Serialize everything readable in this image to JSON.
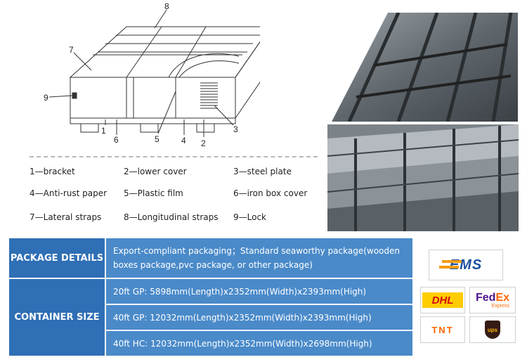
{
  "diagram": {
    "numbers": [
      "1",
      "2",
      "3",
      "4",
      "5",
      "6",
      "7",
      "8",
      "9"
    ]
  },
  "legend": [
    {
      "label": "1—bracket"
    },
    {
      "label": "2—lower cover"
    },
    {
      "label": "3—steel plate"
    },
    {
      "label": "4—Anti-rust paper"
    },
    {
      "label": "5—Plastic film"
    },
    {
      "label": "6—iron box cover"
    },
    {
      "label": "7—Lateral straps"
    },
    {
      "label": "8—Longitudinal straps"
    },
    {
      "label": "9—Lock"
    }
  ],
  "table": {
    "package_details_label": "PACKAGE DETAILS",
    "package_details_text": "Export-compliant packaging；Standard seaworthy package(wooden boxes package,pvc package, or other package)",
    "container_size_label": "CONTAINER SIZE",
    "containers": [
      "20ft GP: 5898mm(Length)x2352mm(Width)x2393mm(High)",
      "40ft GP: 12032mm(Length)x2352mm(Width)x2393mm(High)",
      "40ft HC: 12032mm(Length)x2352mm(Width)x2698mm(High)"
    ]
  },
  "logos": {
    "ems": "EMS",
    "dhl": "DHL",
    "fedex_fed": "Fed",
    "fedex_ex": "Ex",
    "fedex_sub": "Express",
    "tnt": "TNT",
    "ups": "ups"
  },
  "colors": {
    "header_blue": "#2f6fb5",
    "body_blue": "#4a8ac9",
    "ems_orange": "#f39c12",
    "dhl_red": "#d40511",
    "dhl_yellow": "#ffcc00",
    "fedex_purple": "#4d148c",
    "fedex_orange": "#ff6600",
    "tnt_orange": "#ff6600",
    "ups_brown": "#351c15",
    "ups_gold": "#ffb500"
  }
}
